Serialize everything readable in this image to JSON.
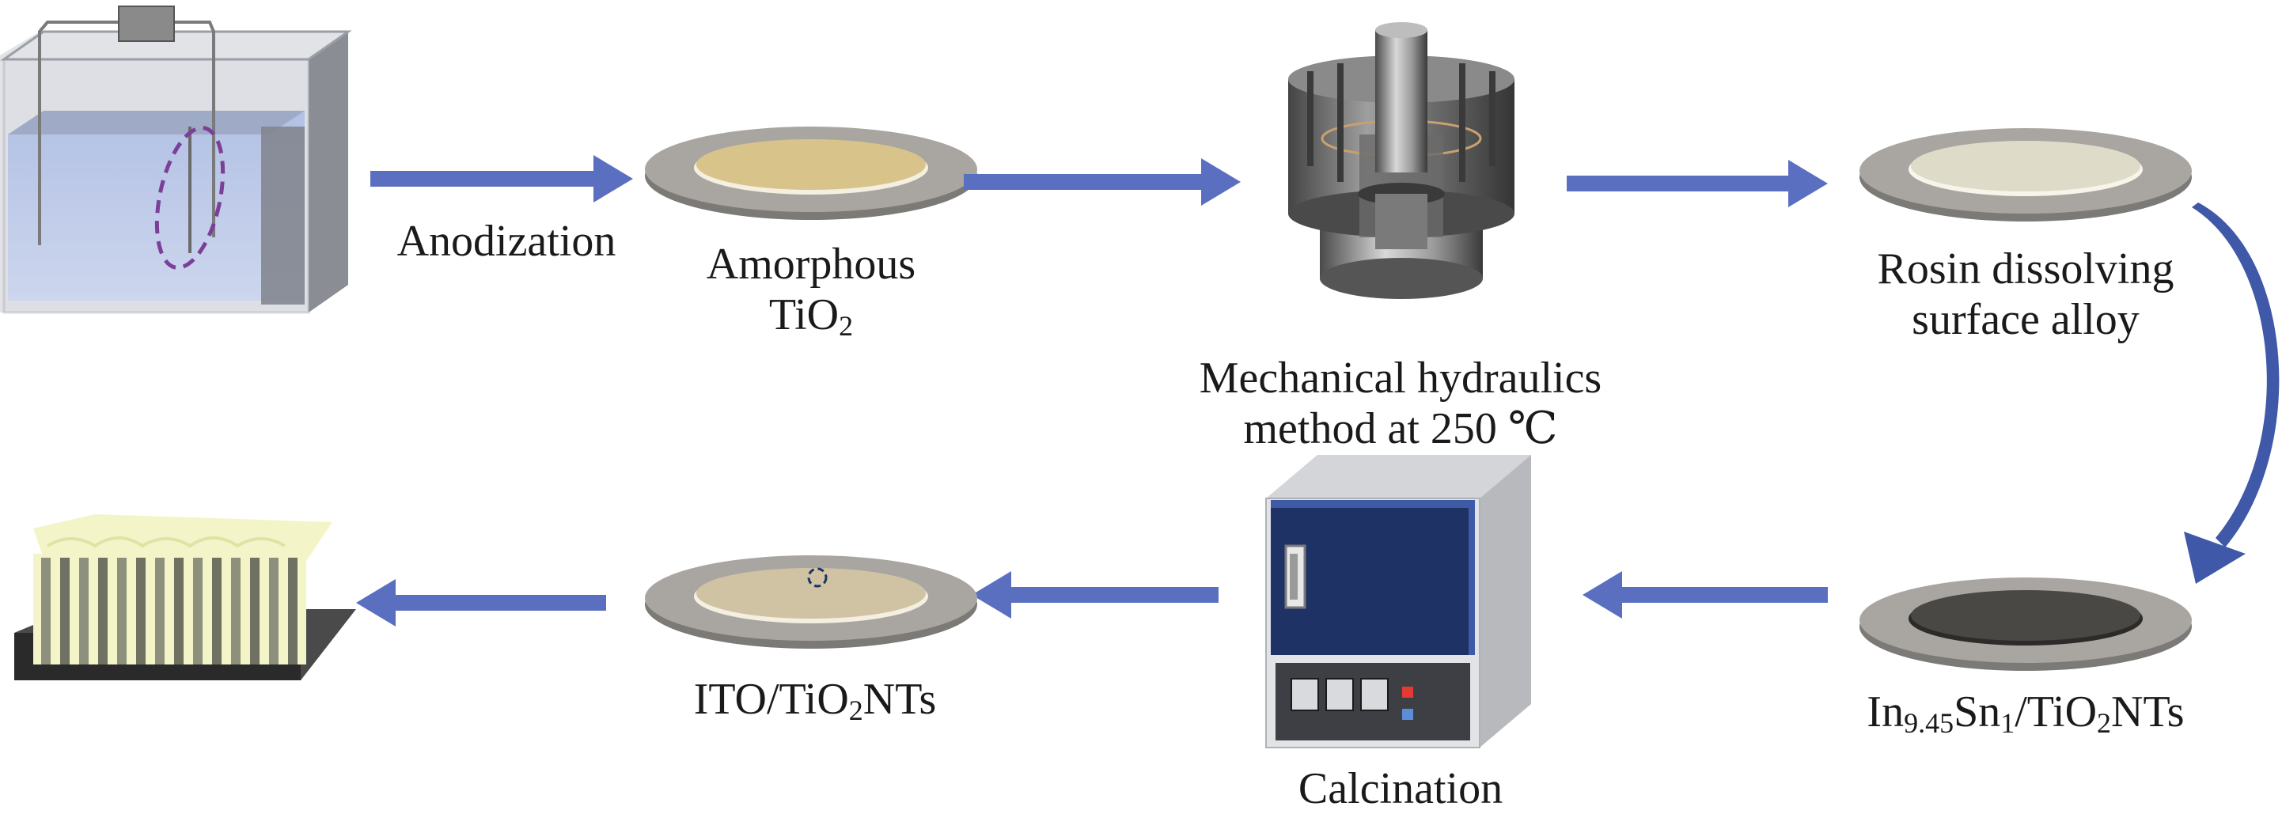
{
  "colors": {
    "arrow": "#5b6fc0",
    "curved_arrow": "#3f58a8",
    "plate_rim": "#a9a6a2",
    "disc_amorphous": "#d8c48a",
    "disc_rosin": "#dedcc8",
    "disc_alloy": "#4a4845",
    "disc_ito": "#cfc3a4",
    "dashed_circle": "#7b3f98",
    "furnace_door": "#1f3266",
    "furnace_trim": "#3f5ba5",
    "nanotube_top": "#f3f5c8"
  },
  "steps": {
    "anodization": {
      "label": "Anodization"
    },
    "amorphous": {
      "line1": "Amorphous",
      "line2_main": "TiO",
      "line2_sub": "2"
    },
    "mechanical": {
      "line1": "Mechanical hydraulics",
      "line2": "method at 250 ℃"
    },
    "rosin": {
      "line1": "Rosin dissolving",
      "line2": "surface alloy"
    },
    "alloy": {
      "p1": "In",
      "s1": "9.45",
      "p2": "Sn",
      "s2": "1",
      "p3": "/TiO",
      "s3": "2",
      "p4": "NTs"
    },
    "calcination": {
      "label": "Calcination"
    },
    "ito": {
      "p1": "ITO/TiO",
      "s1": "2",
      "p2": "NTs"
    }
  },
  "icons": {
    "tank": "electrochemical-tank-icon",
    "press": "hydraulic-press-icon",
    "furnace": "muffle-furnace-icon",
    "nanotubes": "nanotube-array-icon",
    "plate": "sample-plate-icon",
    "arrow": "arrow-icon"
  }
}
